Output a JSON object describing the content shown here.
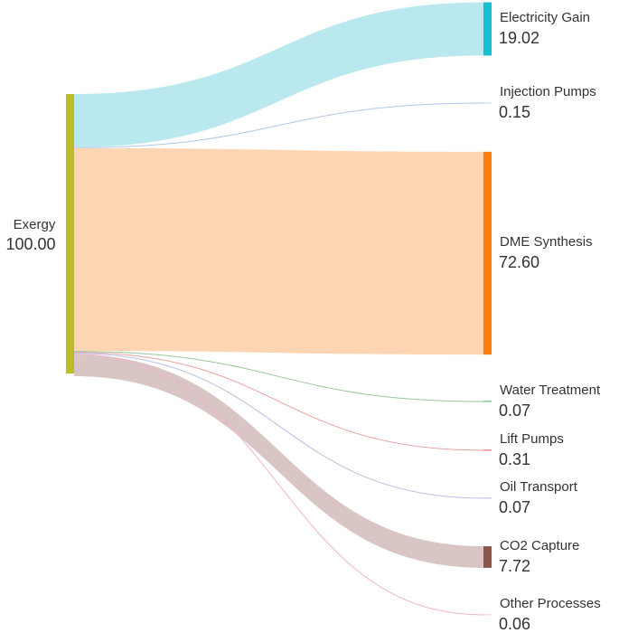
{
  "chart_data": {
    "type": "sankey",
    "source": {
      "name": "Exergy",
      "value": "100.00",
      "color": "#bcbd22"
    },
    "targets": [
      {
        "name": "Electricity Gain",
        "value": "19.02",
        "color": "#17becf",
        "link_color": "#b9e8ee"
      },
      {
        "name": "Injection Pumps",
        "value": "0.15",
        "color": "#aec7e8",
        "link_color": "#aec7e8"
      },
      {
        "name": "DME Synthesis",
        "value": "72.60",
        "color": "#ff7f0e",
        "link_color": "#fdd5b3"
      },
      {
        "name": "Water Treatment",
        "value": "0.07",
        "color": "#2ca02c",
        "link_color": "#98c99a"
      },
      {
        "name": "Lift Pumps",
        "value": "0.31",
        "color": "#d62728",
        "link_color": "#e9a0a0"
      },
      {
        "name": "Oil Transport",
        "value": "0.07",
        "color": "#9aa6d8",
        "link_color": "#b8bfe3"
      },
      {
        "name": "CO2 Capture",
        "value": "7.72",
        "color": "#8c564b",
        "link_color": "#d9c5c3"
      },
      {
        "name": "Other Processes",
        "value": "0.06",
        "color": "#f7b6d2",
        "link_color": "#f2b5cf"
      }
    ]
  }
}
